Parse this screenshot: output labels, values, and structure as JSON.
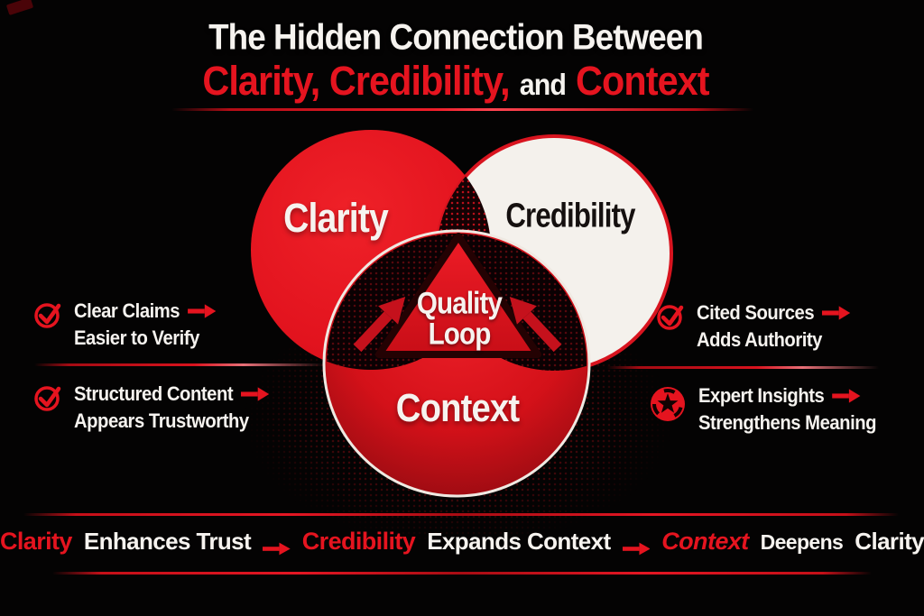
{
  "title": {
    "line1": "The Hidden Connection Between",
    "line2_part1": "Clarity, Credibility,",
    "line2_and": "and",
    "line2_part2": "Context"
  },
  "venn": {
    "left_label": "Clarity",
    "right_label": "Credibility",
    "bottom_label": "Context",
    "center_line1": "Quality",
    "center_line2": "Loop"
  },
  "bullets": {
    "left": [
      {
        "icon": "check-circle-icon",
        "line1": "Clear Claims",
        "line2": "Easier to Verify"
      },
      {
        "icon": "check-circle-icon",
        "line1": "Structured Content",
        "line2": "Appears Trustworthy"
      }
    ],
    "right": [
      {
        "icon": "check-circle-icon",
        "line1": "Cited Sources",
        "line2": "Adds Authority"
      },
      {
        "icon": "star-wheel-icon",
        "line1": "Expert Insights",
        "line2": "Strengthens Meaning"
      }
    ]
  },
  "flow": [
    {
      "head": "Clarity",
      "tail": "Enhances Trust"
    },
    {
      "head": "Credibility",
      "tail": "Expands Context"
    },
    {
      "head": "Context",
      "tail_word1": "Deepens",
      "tail_word2": "Clarity"
    }
  ],
  "colors": {
    "red": "#e5141f",
    "deep_red": "#b30d15",
    "dark_red": "#7c080e",
    "white_circle": "#f4f1ec",
    "text_white": "#f6f3ef",
    "text_black": "#15100f",
    "background": "#040303"
  }
}
